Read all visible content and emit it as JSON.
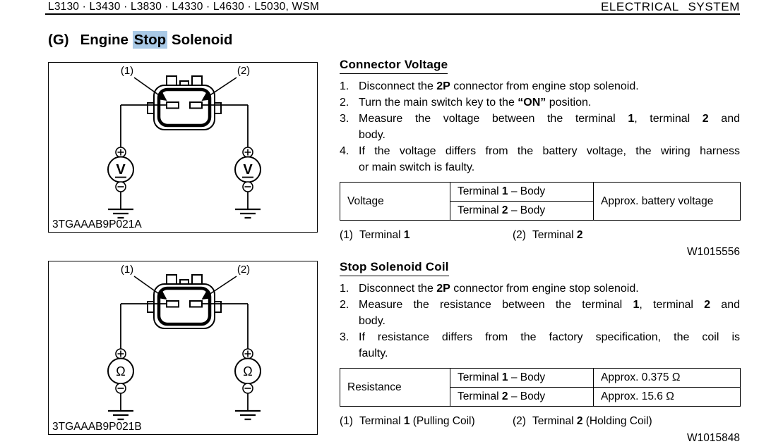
{
  "header": {
    "models": "L3130 · L3430 · L3830 · L4330 · L4630 · L5030, WSM",
    "section": "ELECTRICAL SYSTEM"
  },
  "title": {
    "index": "(G)",
    "text_pre": "Engine ",
    "text_highlight": "Stop",
    "text_post": " Solenoid",
    "highlight_color": "#a9c9e6"
  },
  "figures": [
    {
      "label_1": "(1)",
      "label_2": "(2)",
      "meter_symbol": "V",
      "caption": "3TGAAAB9P021A"
    },
    {
      "label_1": "(1)",
      "label_2": "(2)",
      "meter_symbol": "Ω",
      "caption": "3TGAAAB9P021B"
    }
  ],
  "sections": [
    {
      "heading": "Connector Voltage",
      "steps": [
        {
          "num": "1.",
          "lines": [
            [
              [
                "Disconnect the ",
                0
              ],
              [
                "2P",
                1
              ],
              [
                " connector from engine stop solenoid.",
                0
              ]
            ]
          ]
        },
        {
          "num": "2.",
          "lines": [
            [
              [
                "Turn the main switch key to the ",
                0
              ],
              [
                "“ON”",
                1
              ],
              [
                " position.",
                0
              ]
            ]
          ]
        },
        {
          "num": "3.",
          "lines": [
            [
              [
                "Measure the voltage between the terminal ",
                0
              ],
              [
                "1",
                1
              ],
              [
                ", terminal ",
                0
              ],
              [
                "2",
                1
              ],
              [
                " and",
                0
              ]
            ],
            [
              [
                "body.",
                0
              ]
            ]
          ]
        },
        {
          "num": "4.",
          "lines": [
            [
              [
                "If the voltage differs from the battery voltage, the wiring harness",
                0
              ]
            ],
            [
              [
                "or main switch is faulty.",
                0
              ]
            ]
          ]
        }
      ],
      "table": {
        "label": "Voltage",
        "conditions": [
          [
            [
              "Terminal ",
              0
            ],
            [
              "1",
              1
            ],
            [
              " – Body",
              0
            ]
          ],
          [
            [
              "Terminal ",
              0
            ],
            [
              "2",
              1
            ],
            [
              " – Body",
              0
            ]
          ]
        ],
        "value": "Approx. battery voltage"
      },
      "legend": [
        {
          "num": "(1)",
          "segments": [
            [
              "Terminal ",
              0
            ],
            [
              "1",
              1
            ]
          ]
        },
        {
          "num": "(2)",
          "segments": [
            [
              "Terminal ",
              0
            ],
            [
              "2",
              1
            ]
          ]
        }
      ],
      "ref": "W1015556"
    },
    {
      "heading": "Stop Solenoid Coil",
      "steps": [
        {
          "num": "1.",
          "lines": [
            [
              [
                "Disconnect the ",
                0
              ],
              [
                "2P",
                1
              ],
              [
                " connector from engine stop solenoid.",
                0
              ]
            ]
          ]
        },
        {
          "num": "2.",
          "lines": [
            [
              [
                "Measure the resistance between the terminal ",
                0
              ],
              [
                "1",
                1
              ],
              [
                ", terminal ",
                0
              ],
              [
                "2",
                1
              ],
              [
                " and",
                0
              ]
            ],
            [
              [
                "body.",
                0
              ]
            ]
          ]
        },
        {
          "num": "3.",
          "lines": [
            [
              [
                "If resistance differs from the factory specification, the coil is",
                0
              ]
            ],
            [
              [
                "faulty.",
                0
              ]
            ]
          ]
        }
      ],
      "table": {
        "label": "Resistance",
        "rows": [
          {
            "condition": [
              [
                "Terminal ",
                0
              ],
              [
                "1",
                1
              ],
              [
                " – Body",
                0
              ]
            ],
            "value": "Approx. 0.375 Ω"
          },
          {
            "condition": [
              [
                "Terminal ",
                0
              ],
              [
                "2",
                1
              ],
              [
                " – Body",
                0
              ]
            ],
            "value": "Approx. 15.6 Ω"
          }
        ]
      },
      "legend": [
        {
          "num": "(1)",
          "segments": [
            [
              "Terminal ",
              0
            ],
            [
              "1",
              1
            ],
            [
              " (Pulling Coil)",
              0
            ]
          ]
        },
        {
          "num": "(2)",
          "segments": [
            [
              "Terminal ",
              0
            ],
            [
              "2",
              1
            ],
            [
              " (Holding Coil)",
              0
            ]
          ]
        }
      ],
      "ref": "W1015848"
    }
  ]
}
